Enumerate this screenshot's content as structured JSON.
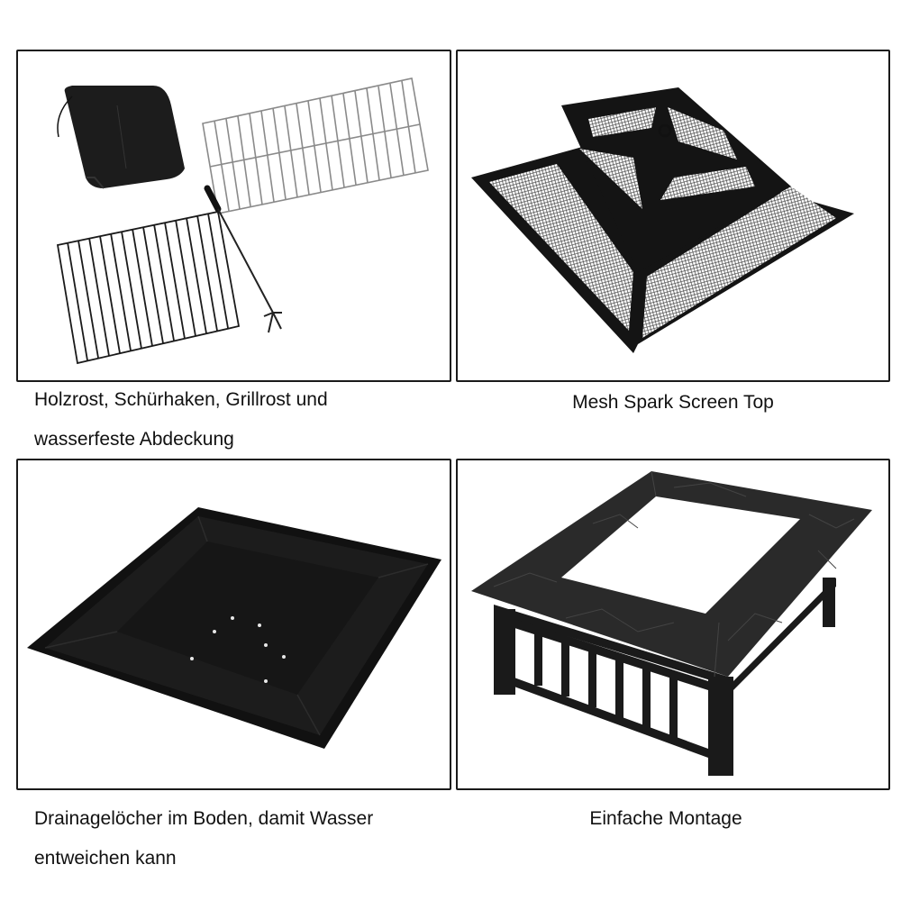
{
  "panels": [
    {
      "id": "accessories",
      "caption_lines": [
        "Holzrost, Schürhaken, Grillrost und",
        "wasserfeste Abdeckung"
      ],
      "items": [
        "waterproof-cover",
        "cooking-grill",
        "poker",
        "log-grate"
      ]
    },
    {
      "id": "spark-screen",
      "caption_lines": [
        "Mesh Spark Screen Top"
      ]
    },
    {
      "id": "fire-bowl",
      "caption_lines": [
        "Drainagelöcher im Boden, damit Wasser",
        "entweichen kann"
      ],
      "drainage_holes": 7
    },
    {
      "id": "frame",
      "caption_lines": [
        "Einfache Montage"
      ]
    }
  ],
  "colors": {
    "border": "#1a1a1a",
    "metal_black": "#141414",
    "stone_dark": "#2a2a2a",
    "chrome": "#9a9a9a",
    "text": "#111111"
  }
}
